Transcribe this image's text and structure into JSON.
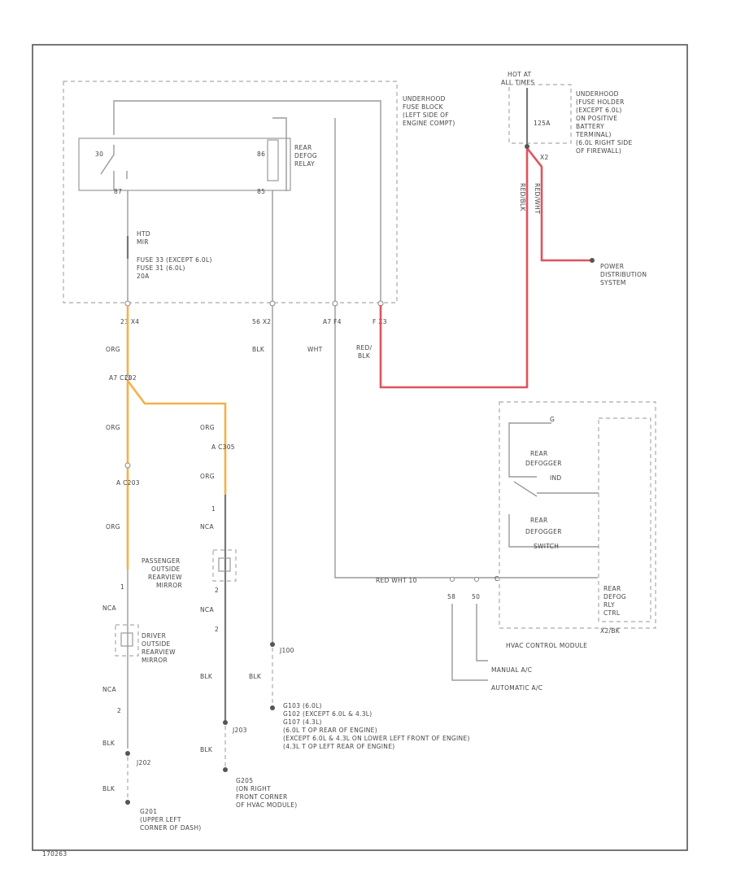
{
  "diagram": {
    "underhood_fuse_block": "UNDERHOOD FUSE BLOCK (LEFT SIDE OF ENGINE COMPT)",
    "underhood_fuse_block_lines": [
      "UNDERHOOD",
      "FUSE BLOCK",
      "(LEFT SIDE OF",
      "ENGINE COMPT)"
    ],
    "relay_label_lines": [
      "REAR",
      "DEFOG",
      "RELAY"
    ],
    "relay_pins": {
      "top_left": "30",
      "mid_right": "86",
      "bot_left": "87",
      "bot_right": "85"
    },
    "hot_at_lines": [
      "HOT AT",
      "ALL TIMES"
    ],
    "fuse_holder_lines": [
      "UNDERHOOD",
      "(FUSE HOLDER",
      "(EXCEPT 6.0L)",
      "ON POSITIVE",
      "BATTERY",
      "TERMINAL)",
      "(6.0L RIGHT SIDE",
      "OF FIREWALL)"
    ],
    "fuse_125a": "125A",
    "fuse_x2": "X2",
    "battery_wire_labels": [
      "RED/BLK",
      "RED/WHT"
    ],
    "power_distribution_lines": [
      "POWER",
      "DISTRIBUTION",
      "SYSTEM"
    ],
    "fuse_hot_lines": [
      "HTD",
      "MIR"
    ],
    "fuse_desc_lines": [
      "FUSE 33    (EXCEPT 6.0L)",
      "FUSE 31    (6.0L)",
      "20A"
    ],
    "connector_row": [
      "23   X4",
      "56   X2",
      "A7   F4",
      "F   X3"
    ],
    "wire_colors": {
      "org": "ORG",
      "blk": "BLK",
      "wht": "WHT",
      "red_blk_lines": [
        "RED/",
        "BLK"
      ],
      "nca": "NCA"
    },
    "conn_a7_c202": "A7   C202",
    "conn_a_c305": "A   C305",
    "conn_a_c203": "A   C203",
    "pin_1": "1",
    "pin_2": "2",
    "passenger_mirror_lines": [
      "PASSENGER",
      "OUTSIDE",
      "REARVIEW",
      "MIRROR"
    ],
    "driver_mirror_lines": [
      "DRIVER",
      "OUTSIDE",
      "REARVIEW",
      "MIRROR"
    ],
    "module_label": "HVAC CONTROL MODULE",
    "switch_module_pin": "G",
    "rear_defogger_lines": [
      "REAR",
      "DEFOGGER",
      "IND"
    ],
    "rear_defogger_switch_lines": [
      "REAR",
      "DEFOGGER",
      "SWITCH"
    ],
    "rear_defog_rly_lines": [
      "REAR",
      "DEFOG",
      "RLY",
      "CTRL"
    ],
    "module_code": "X2/BK",
    "hvac_wire": "RED   WHT   10",
    "hvac_pin": "C",
    "hvac_pins": [
      "58",
      "50"
    ],
    "manual_ac": "MANUAL A/C",
    "automatic_ac": "AUTOMATIC A/C",
    "j100": "J100",
    "j203": "J203",
    "j202": "J202",
    "ground_notes": [
      "G103   (6.0L)",
      "G102   (EXCEPT 6.0L & 4.3L)",
      "G107   (4.3L)",
      "(6.0L T OP REAR OF ENGINE)",
      "(EXCEPT 6.0L & 4.3L ON LOWER LEFT FRONT OF ENGINE)",
      "(4.3L T OP LEFT REAR OF ENGINE)"
    ],
    "g205_lines": [
      "G205",
      "(ON RIGHT",
      "FRONT  CORNER",
      "OF HVAC MODULE)"
    ],
    "g201_lines": [
      "G201",
      "(UPPER LEFT",
      "CORNER OF DASH)"
    ],
    "figure_id": "170263"
  }
}
